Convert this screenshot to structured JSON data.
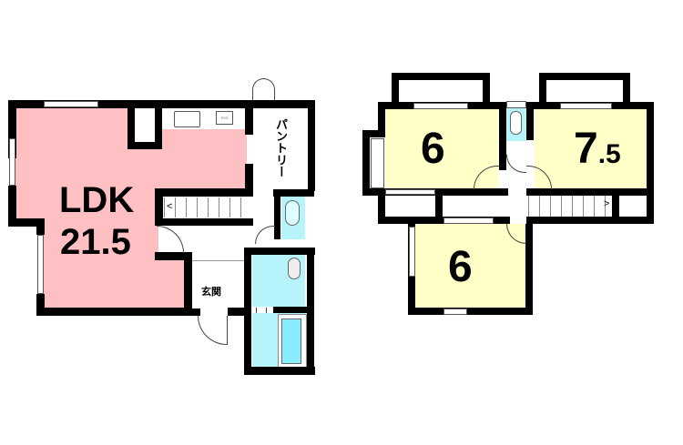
{
  "floor1": {
    "ldk": {
      "label": "LDK",
      "size": "21.5"
    },
    "pantry": {
      "label": "パントリー"
    },
    "entrance": {
      "label": "玄関"
    }
  },
  "floor2": {
    "room_a": {
      "size": "6"
    },
    "room_b": {
      "main": "7",
      "decimal": ".5"
    },
    "room_c": {
      "size": "6"
    }
  },
  "colors": {
    "ldk": "#ffc0c4",
    "bedroom": "#ffffc8",
    "wet_area": "#b7f3fb",
    "wall": "#000000"
  }
}
